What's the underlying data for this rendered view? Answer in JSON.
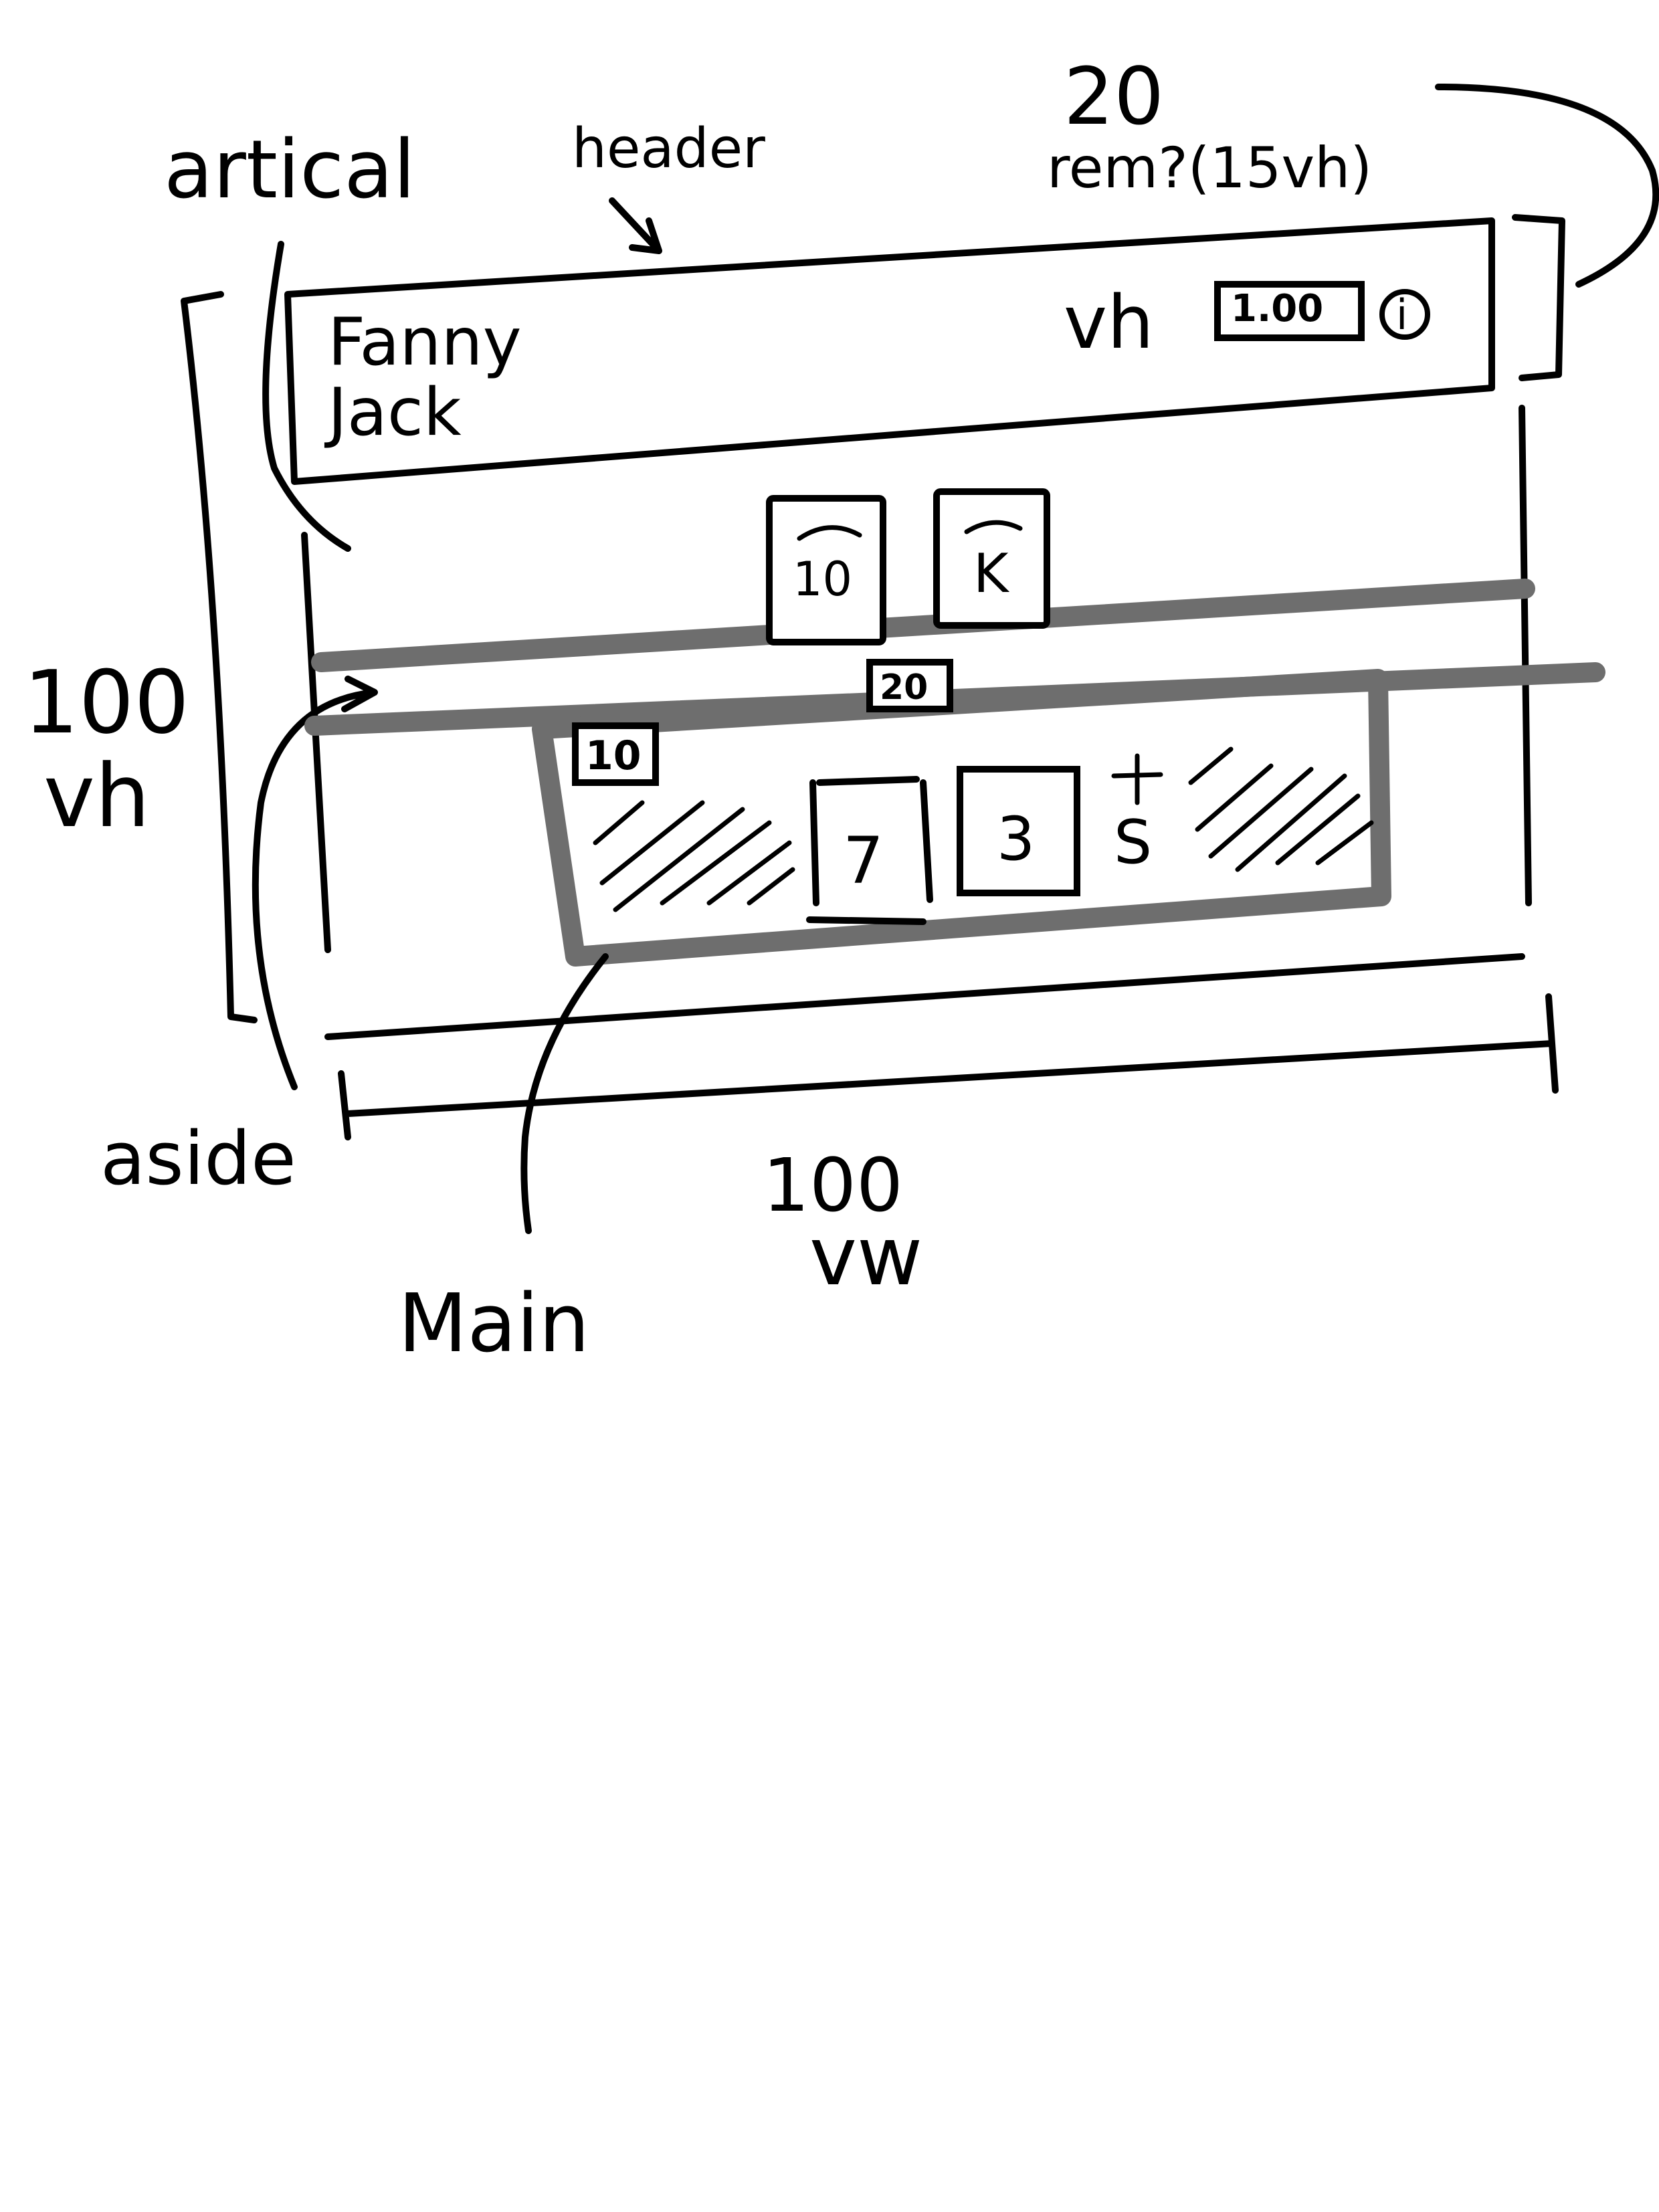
{
  "colors": {
    "ink": "#000000",
    "highlight": "#6e6e6e",
    "paper": "#ffffff"
  },
  "labels": {
    "article": "artical",
    "header": "header",
    "header_height_value": "20",
    "header_height_note": "rem?(15vh)",
    "viewport_height_value": "100",
    "viewport_height_unit": "vh",
    "aside": "aside",
    "viewport_width_value": "100",
    "viewport_width_unit": "vw",
    "main": "Main"
  },
  "header_box": {
    "player_name_line1": "Fanny",
    "player_name_line2": "Jack",
    "vh_label": "vh",
    "value_box": "1.00",
    "info_icon": "i"
  },
  "dealer_cards": [
    "10",
    "K"
  ],
  "pot_value": "20",
  "player_area": {
    "bet_value": "10",
    "cards": [
      "7",
      "3"
    ],
    "add_card": "+",
    "add_card_label": "S"
  }
}
